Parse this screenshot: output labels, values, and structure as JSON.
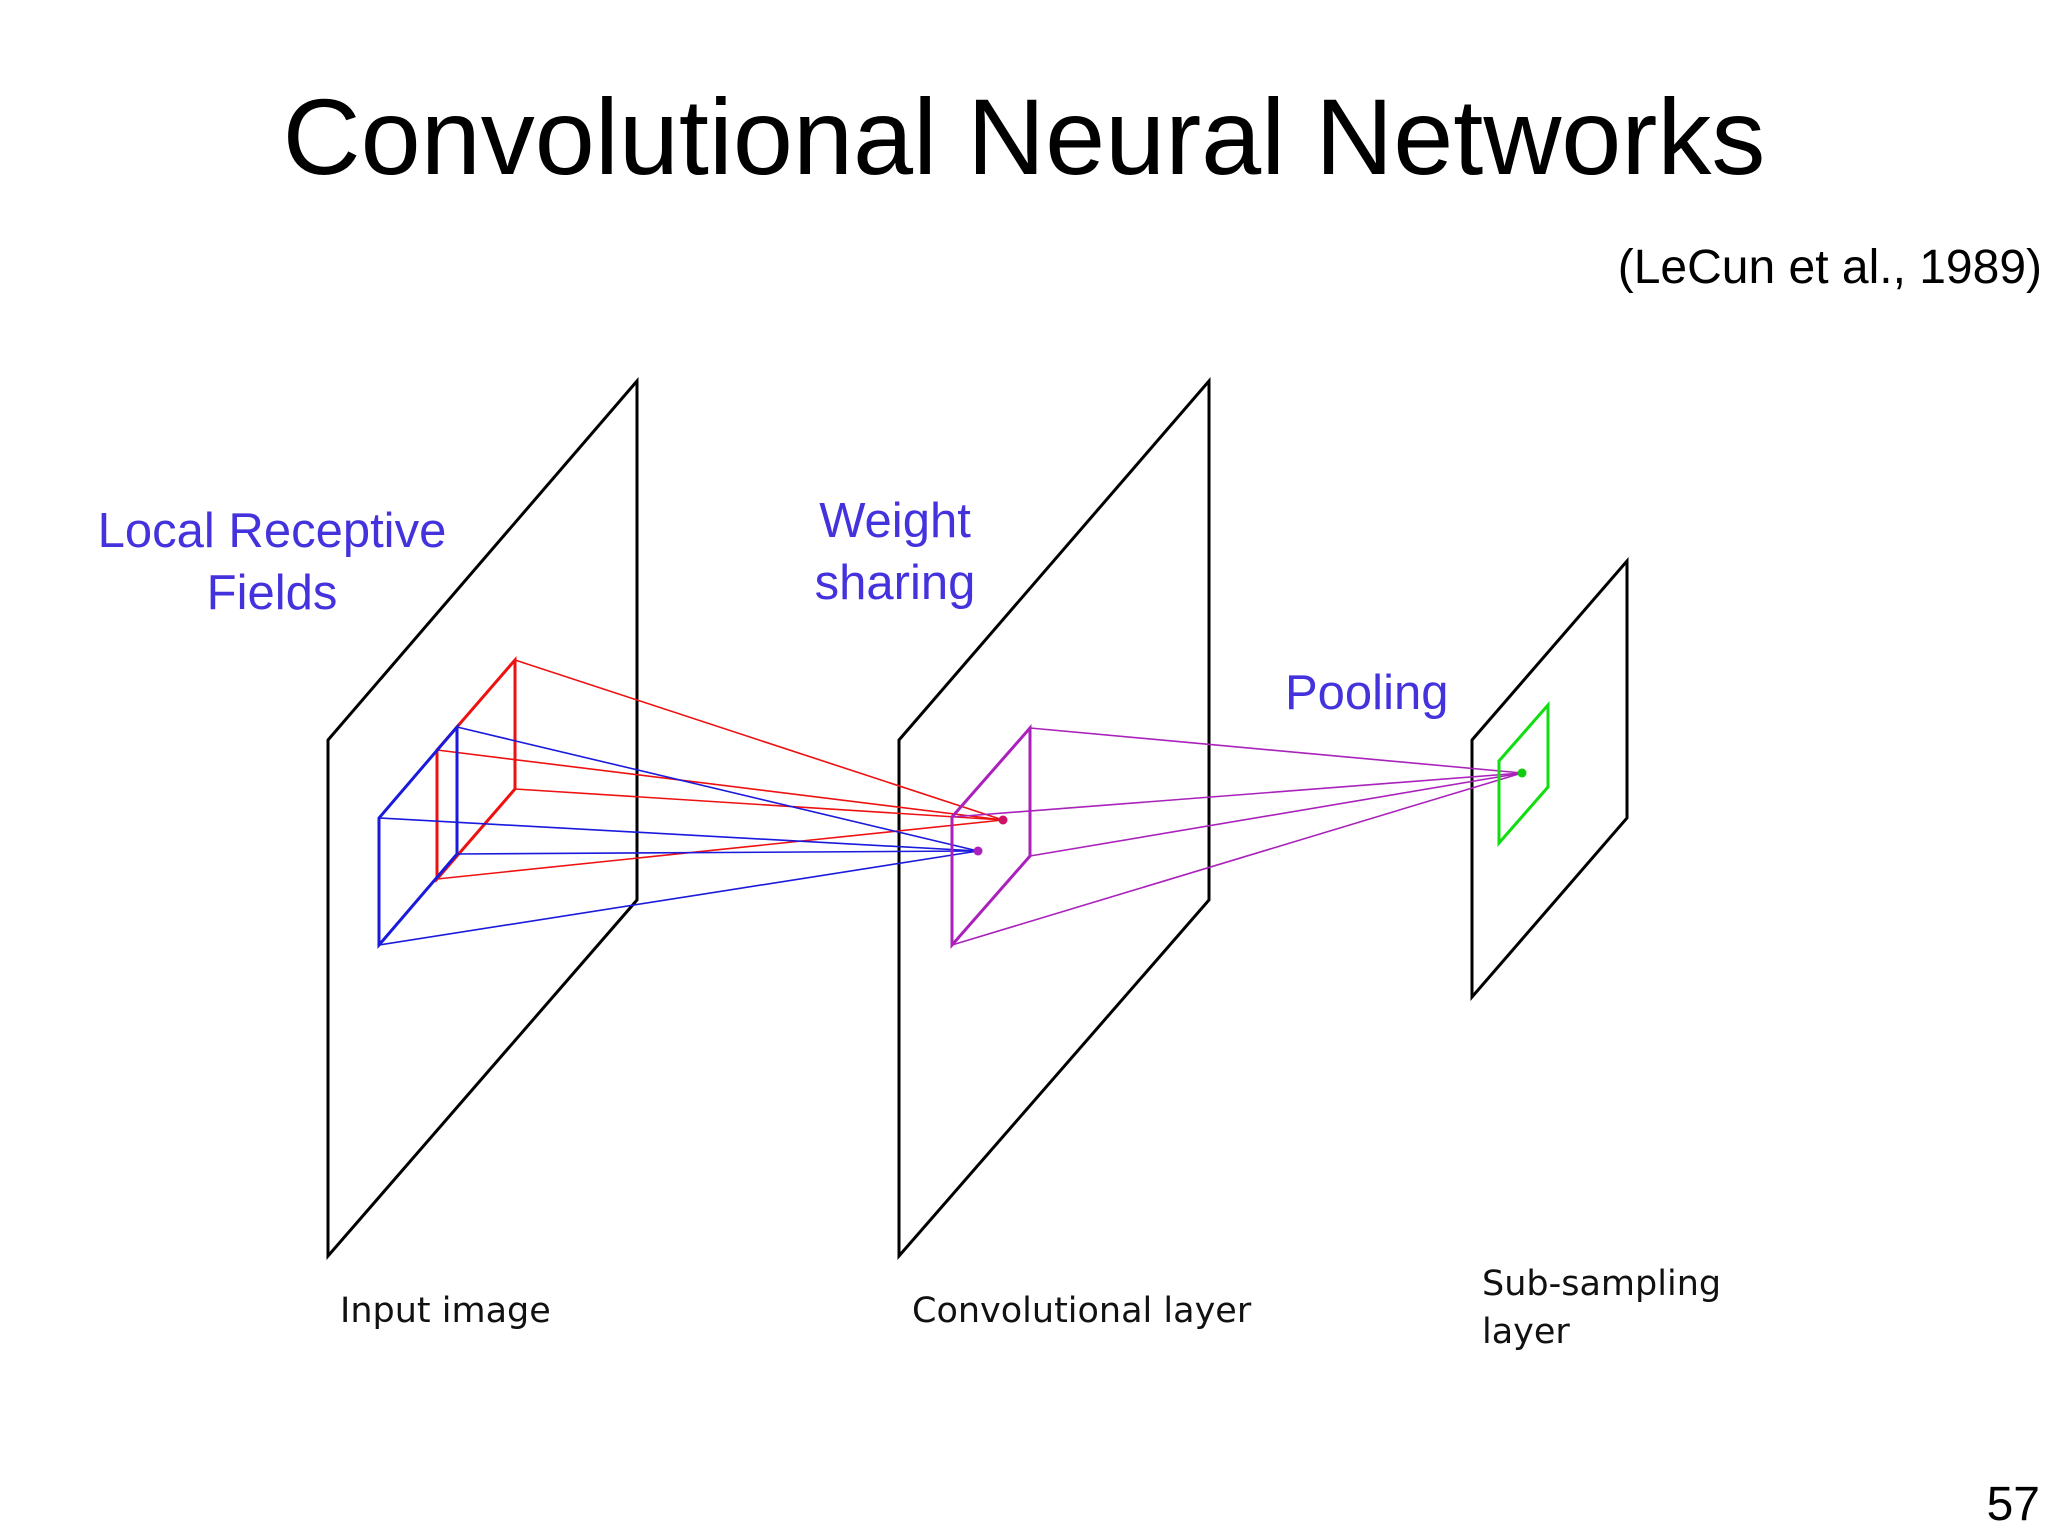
{
  "title": "Convolutional Neural Networks",
  "citation": "(LeCun et al., 1989)",
  "page_number": "57",
  "annotations": {
    "local_receptive_fields": [
      "Local Receptive",
      "Fields"
    ],
    "weight_sharing": [
      "Weight",
      "sharing"
    ],
    "pooling": "Pooling"
  },
  "layers": {
    "input": "Input image",
    "convolutional": "Convolutional layer",
    "subsampling": [
      "Sub-sampling",
      "layer"
    ]
  },
  "colors": {
    "annotation": "#4433dd",
    "receptive_field_a": "#ee1111",
    "receptive_field_b": "#1a1add",
    "convolution_window": "#aa22bb",
    "pooling_window": "#11dd11",
    "plane_outline": "#000000"
  }
}
